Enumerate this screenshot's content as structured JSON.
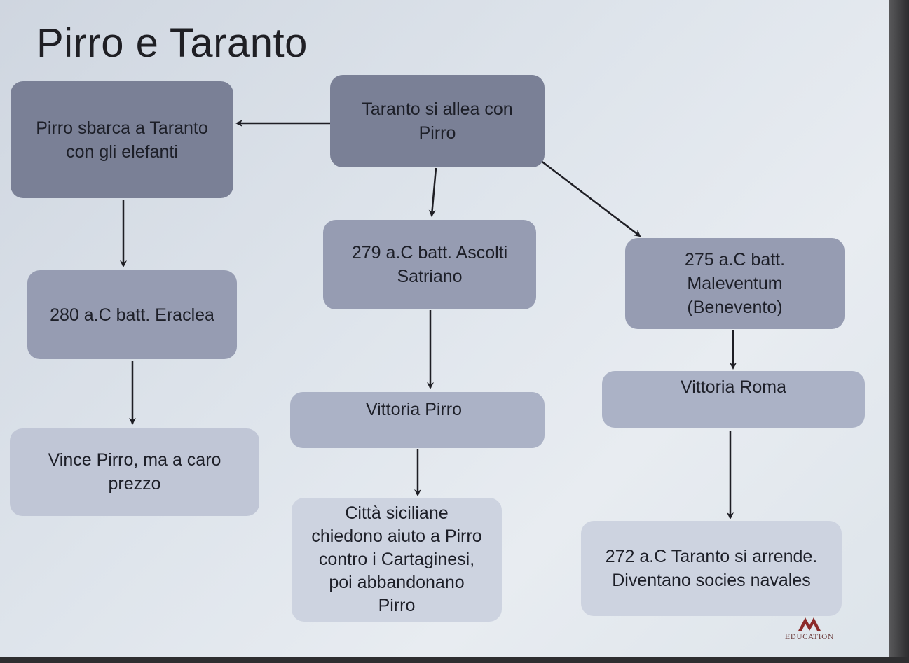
{
  "title": "Pirro e Taranto",
  "nodes": {
    "taranto_alleanza": "Taranto si allea con Pirro",
    "pirro_sbarca": "Pirro sbarca a Taranto con gli elefanti",
    "eraclea": "280 a.C batt. Eraclea",
    "vince_pirro": "Vince Pirro, ma a caro prezzo",
    "ascoli": "279 a.C batt. Ascolti Satriano",
    "vittoria_pirro": "Vittoria Pirro",
    "citta_siciliane": "Città siciliane chiedono aiuto a Pirro contro i Cartaginesi, poi abbandonano Pirro",
    "maleventum": "275 a.C batt. Maleventum (Benevento)",
    "vittoria_roma": "Vittoria Roma",
    "taranto_arrende": "272 a.C Taranto si arrende. Diventano socies navales"
  },
  "logo": {
    "mark": "M",
    "text": "EDUCATION"
  },
  "colors": {
    "box_dark": "#7a8096",
    "box_light": "#cdd3e0",
    "arrow": "#1e1e24",
    "background": "#dfe5ec"
  }
}
